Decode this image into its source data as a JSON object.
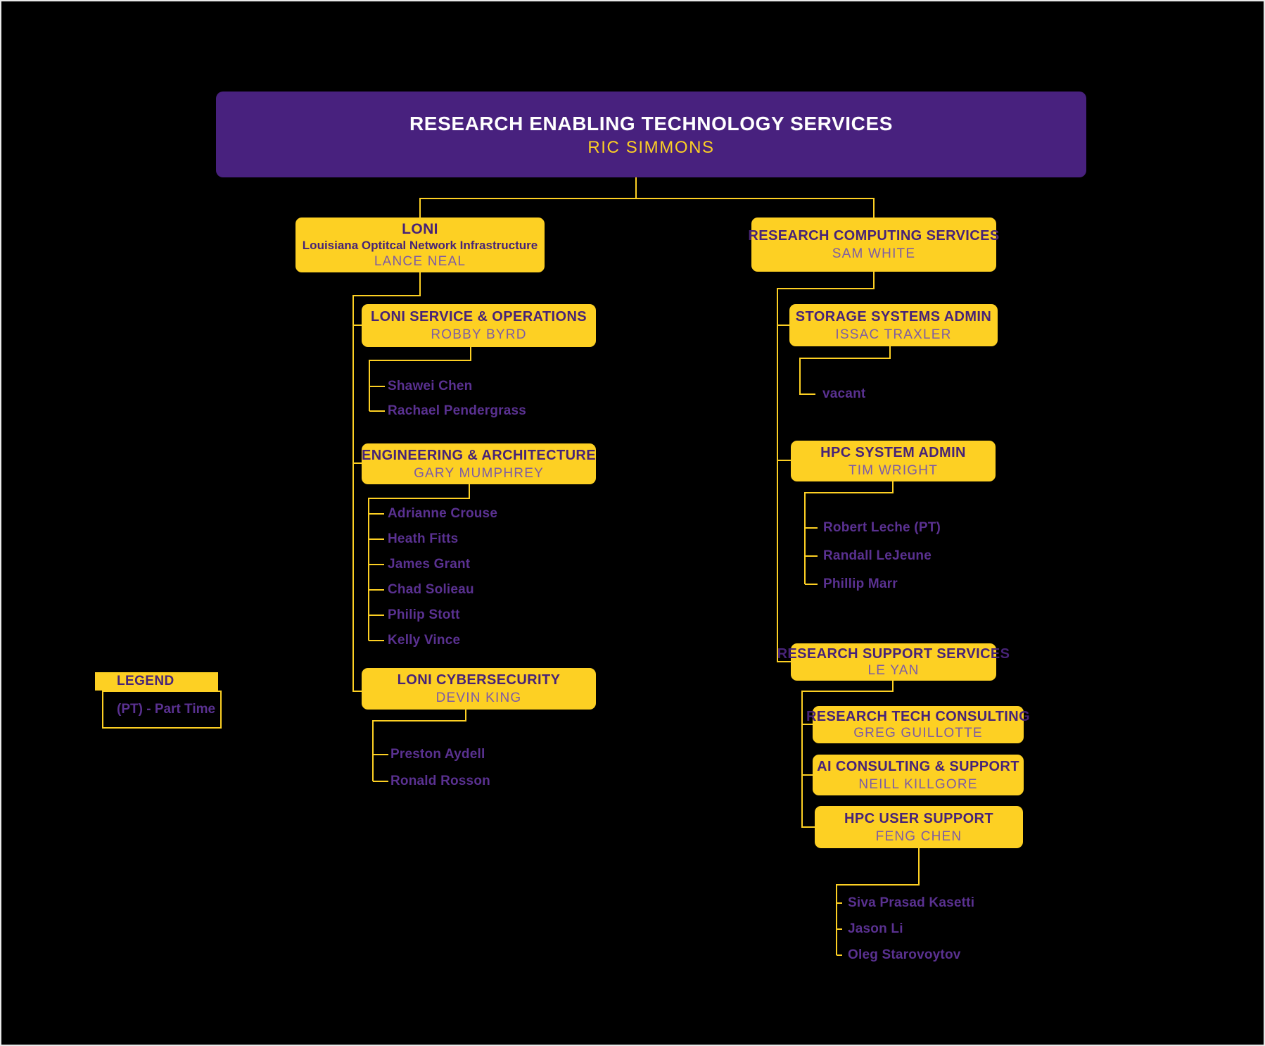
{
  "colors": {
    "background": "#000000",
    "brand_purple": "#48217E",
    "brand_gold": "#FDD023",
    "box_title_text": "#472377",
    "box_person_text": "#7D5BA6",
    "staff_text": "#5A3191",
    "root_title_text": "#FFFFFF"
  },
  "root": {
    "title": "RESEARCH ENABLING TECHNOLOGY SERVICES",
    "person": "RIC SIMMONS"
  },
  "nodes": {
    "loni": {
      "title": "LONI",
      "subtitle": "Louisiana Optitcal Network Infrastructure",
      "person": "LANCE NEAL"
    },
    "loni_service": {
      "title": "LONI SERVICE & OPERATIONS",
      "person": "ROBBY BYRD"
    },
    "eng_arch": {
      "title": "ENGINEERING & ARCHITECTURE",
      "person": "GARY MUMPHREY"
    },
    "loni_cyber": {
      "title": "LONI CYBERSECURITY",
      "person": "DEVIN KING"
    },
    "rcs": {
      "title": "RESEARCH COMPUTING SERVICES",
      "person": "SAM WHITE"
    },
    "storage": {
      "title": "STORAGE SYSTEMS ADMIN",
      "person": "ISSAC TRAXLER"
    },
    "hpc_admin": {
      "title": "HPC SYSTEM ADMIN",
      "person": "TIM WRIGHT"
    },
    "rss": {
      "title": "RESEARCH SUPPORT SERVICES",
      "person": "LE YAN"
    },
    "rtc": {
      "title": "RESEARCH TECH CONSULTING",
      "person": "GREG GUILLOTTE"
    },
    "ai": {
      "title": "AI CONSULTING & SUPPORT",
      "person": "NEILL KILLGORE"
    },
    "hpc_user": {
      "title": "HPC USER SUPPORT",
      "person": "FENG CHEN"
    }
  },
  "staff": {
    "loni_service": [
      "Shawei Chen",
      "Rachael Pendergrass"
    ],
    "eng_arch": [
      "Adrianne Crouse",
      "Heath Fitts",
      "James Grant",
      "Chad Solieau",
      "Philip Stott",
      "Kelly Vince"
    ],
    "loni_cyber": [
      "Preston Aydell",
      "Ronald Rosson"
    ],
    "storage": [
      "vacant"
    ],
    "hpc_admin": [
      "Robert Leche (PT)",
      "Randall LeJeune",
      "Phillip Marr"
    ],
    "hpc_user": [
      "Siva Prasad Kasetti",
      "Jason Li",
      "Oleg Starovoytov"
    ]
  },
  "legend": {
    "title": "LEGEND",
    "entry": "(PT) - Part Time"
  }
}
